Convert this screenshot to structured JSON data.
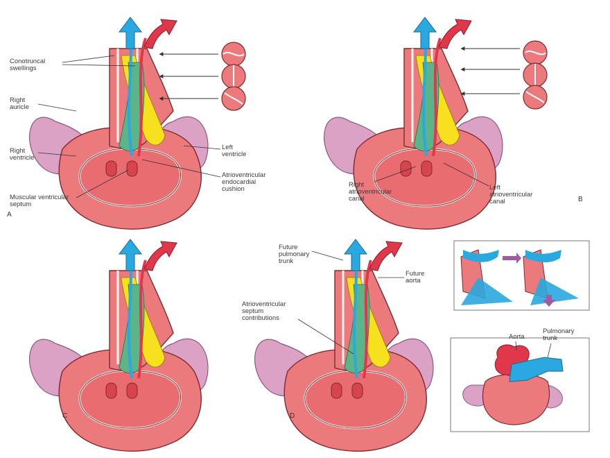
{
  "labels": {
    "conotruncal_swellings": "Conotruncal\nswellings",
    "right_auricle": "Right\nauricle",
    "right_ventricle": "Right\nventricle",
    "left_ventricle": "Left\nventricle",
    "av_endocardial_cushion": "Atrioventricular\nendocardial\ncushion",
    "muscular_septum": "Muscular ventricular\nseptum",
    "right_av_canal": "Right\natrioventricular\ncanal",
    "left_av_canal": "Left\natrioventricular\ncanal",
    "future_pulmonary_trunk": "Future\npulmonary\ntrunk",
    "future_aorta": "Future\naorta",
    "av_septum_contributions": "Atrioventricular\nseptum\ncontributions",
    "aorta": "Aorta",
    "pulmonary_trunk": "Pulmonary\ntrunk"
  },
  "panel_letters": {
    "a": "A",
    "b": "B",
    "c": "C",
    "d": "D"
  },
  "colors": {
    "heart": "#ec7a7c",
    "heart_dark": "#c5474d",
    "auricle": "#dba2c6",
    "aorta_arrow": "#e0374b",
    "pulmonary_arrow": "#29a9df",
    "aortic_ridge": "#5cb489",
    "pulmonary_ridge": "#f7e11f",
    "outline": "#7b2a2e"
  }
}
